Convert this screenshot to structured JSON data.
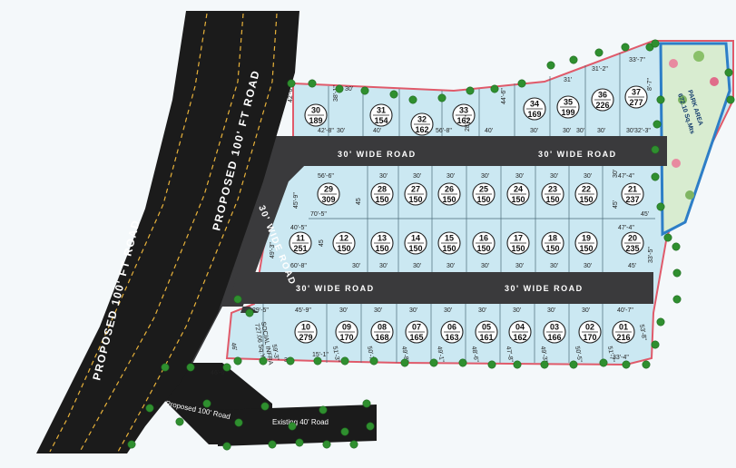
{
  "roads": {
    "proposed_100_a": "PROPOSED 100' FT ROAD",
    "proposed_100_b": "PROPOSED 100' FT ROAD",
    "wide_30": "30' WIDE ROAD",
    "proposed_small": "Proposed 100' Road",
    "existing_40": "Existing 40' Road"
  },
  "park": {
    "label": "PARK AREA",
    "area": "672.10 Sq.Mts"
  },
  "social": {
    "label": "SOCIAL INFRA",
    "area": "727.06 Sq.Yds"
  },
  "plots": [
    {
      "no": "01",
      "area": "216"
    },
    {
      "no": "02",
      "area": "170"
    },
    {
      "no": "03",
      "area": "166"
    },
    {
      "no": "04",
      "area": "162"
    },
    {
      "no": "05",
      "area": "161"
    },
    {
      "no": "06",
      "area": "163"
    },
    {
      "no": "07",
      "area": "165"
    },
    {
      "no": "08",
      "area": "168"
    },
    {
      "no": "09",
      "area": "170"
    },
    {
      "no": "10",
      "area": "279"
    },
    {
      "no": "11",
      "area": "251"
    },
    {
      "no": "12",
      "area": "150"
    },
    {
      "no": "13",
      "area": "150"
    },
    {
      "no": "14",
      "area": "150"
    },
    {
      "no": "15",
      "area": "150"
    },
    {
      "no": "16",
      "area": "150"
    },
    {
      "no": "17",
      "area": "150"
    },
    {
      "no": "18",
      "area": "150"
    },
    {
      "no": "19",
      "area": "150"
    },
    {
      "no": "20",
      "area": "235"
    },
    {
      "no": "21",
      "area": "237"
    },
    {
      "no": "22",
      "area": "150"
    },
    {
      "no": "23",
      "area": "150"
    },
    {
      "no": "24",
      "area": "150"
    },
    {
      "no": "25",
      "area": "150"
    },
    {
      "no": "26",
      "area": "150"
    },
    {
      "no": "27",
      "area": "150"
    },
    {
      "no": "28",
      "area": "150"
    },
    {
      "no": "29",
      "area": "309"
    },
    {
      "no": "30",
      "area": "189"
    },
    {
      "no": "31",
      "area": "154"
    },
    {
      "no": "32",
      "area": "162"
    },
    {
      "no": "33",
      "area": "162"
    },
    {
      "no": "34",
      "area": "169"
    },
    {
      "no": "35",
      "area": "199"
    },
    {
      "no": "36",
      "area": "226"
    },
    {
      "no": "37",
      "area": "277"
    }
  ],
  "dims": {
    "d01": "42'-6\"",
    "d02": "38'-1\"",
    "d03": "30'",
    "d04": "42'-8\"",
    "d05": "40'",
    "d06": "30'",
    "d07": "56'-8\"",
    "d08": "28'-7\"",
    "d09": "40'",
    "d10": "44'-6\"",
    "d11": "30'",
    "d12": "30'",
    "d13": "31'",
    "d14": "30'",
    "d15": "31'-2\"",
    "d16": "33'-7\"",
    "d17": "30'",
    "d18": "30'",
    "d19": "32'-3\"",
    "d20": "8'-7\"",
    "d21": "56'-6\"",
    "d22": "30'",
    "d23": "30'",
    "d24": "30'",
    "d25": "30'",
    "d26": "30'",
    "d27": "30'",
    "d28": "30'",
    "d29": "30'",
    "d30": "47'-4\"",
    "d31": "45'-9\"",
    "d32": "45",
    "d33": "70'-5\"",
    "d34": "45'",
    "d35": "45'",
    "d36": "40'-5\"",
    "d37": "49'-3\"",
    "d38": "45",
    "d39": "47'-4\"",
    "d40": "33'-5\"",
    "d41": "60'-8\"",
    "d42": "30'",
    "d43": "30'",
    "d44": "30'",
    "d45": "30'",
    "d46": "30'",
    "d47": "30'",
    "d48": "30'",
    "d49": "30'",
    "d50": "45'",
    "d51": "29'-5\"",
    "d52": "45'-9\"",
    "d53": "30'",
    "d54": "30'",
    "d55": "30'",
    "d56": "30'",
    "d57": "30'",
    "d58": "30'",
    "d59": "30'",
    "d60": "30'",
    "d61": "40'-7\"",
    "d62": "59'-3\"",
    "d63": "51'-3\"",
    "d64": "50'-7\"",
    "d65": "49'-8\"",
    "d66": "49'-1\"",
    "d67": "48'-6\"",
    "d68": "47'-8\"",
    "d69": "49'-3\"",
    "d70": "50'-5\"",
    "d71": "51'-7\"",
    "d72": "53'-8\"",
    "d73": "46'-6\"",
    "d74": "15'-1\"",
    "d75": "32'",
    "d76": "33'-4\"",
    "d77": "46'"
  },
  "colors": {
    "plot_fill": "#cbe8f2",
    "road": "#1b1b1b",
    "road_gray": "#3a3a3c",
    "boundary": "#e05a6a",
    "park_border": "#2d7ec7",
    "tree": "#2f8f2f",
    "center_line": "#e8b23a"
  }
}
